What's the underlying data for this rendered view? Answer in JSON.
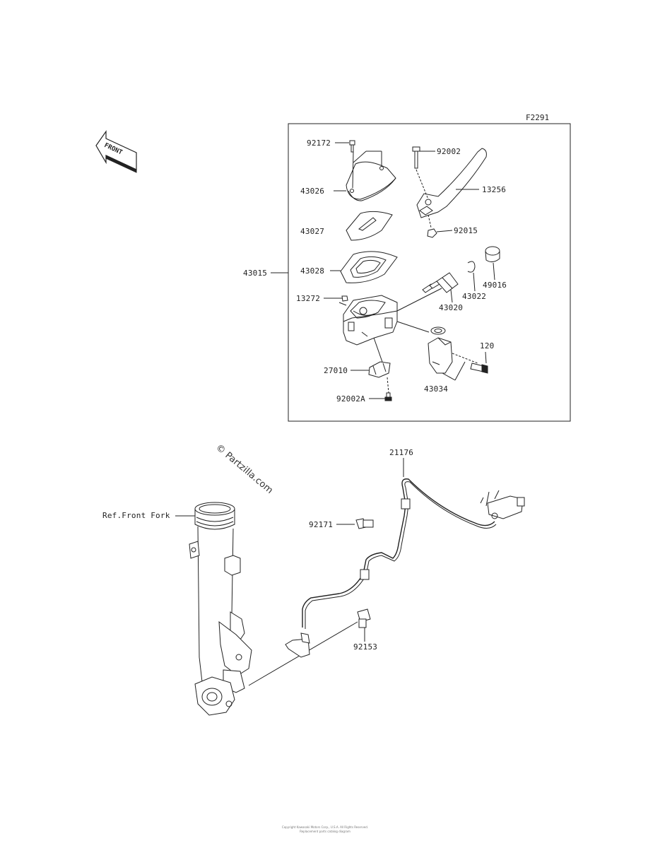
{
  "figure_code": "F2291",
  "front_label": "FRONT",
  "watermark": "© Partzilla.com",
  "parts": {
    "p92172": "92172",
    "p43026": "43026",
    "p43027": "43027",
    "p43028": "43028",
    "p43015": "43015",
    "p13272": "13272",
    "p27010": "27010",
    "p92002A": "92002A",
    "p43034": "43034",
    "p120": "120",
    "p43020": "43020",
    "p43022": "43022",
    "p49016": "49016",
    "p92015": "92015",
    "p13256": "13256",
    "p92002": "92002",
    "p21176": "21176",
    "p92171": "92171",
    "p92153": "92153",
    "ref_front_fork": "Ref.Front Fork"
  },
  "footer": {
    "line1": "Copyright Kawasaki Motors Corp., U.S.A. All Rights Reserved.",
    "line2": "Replacement parts catalog diagram"
  },
  "colors": {
    "ink": "#222222",
    "paper": "#ffffff"
  }
}
